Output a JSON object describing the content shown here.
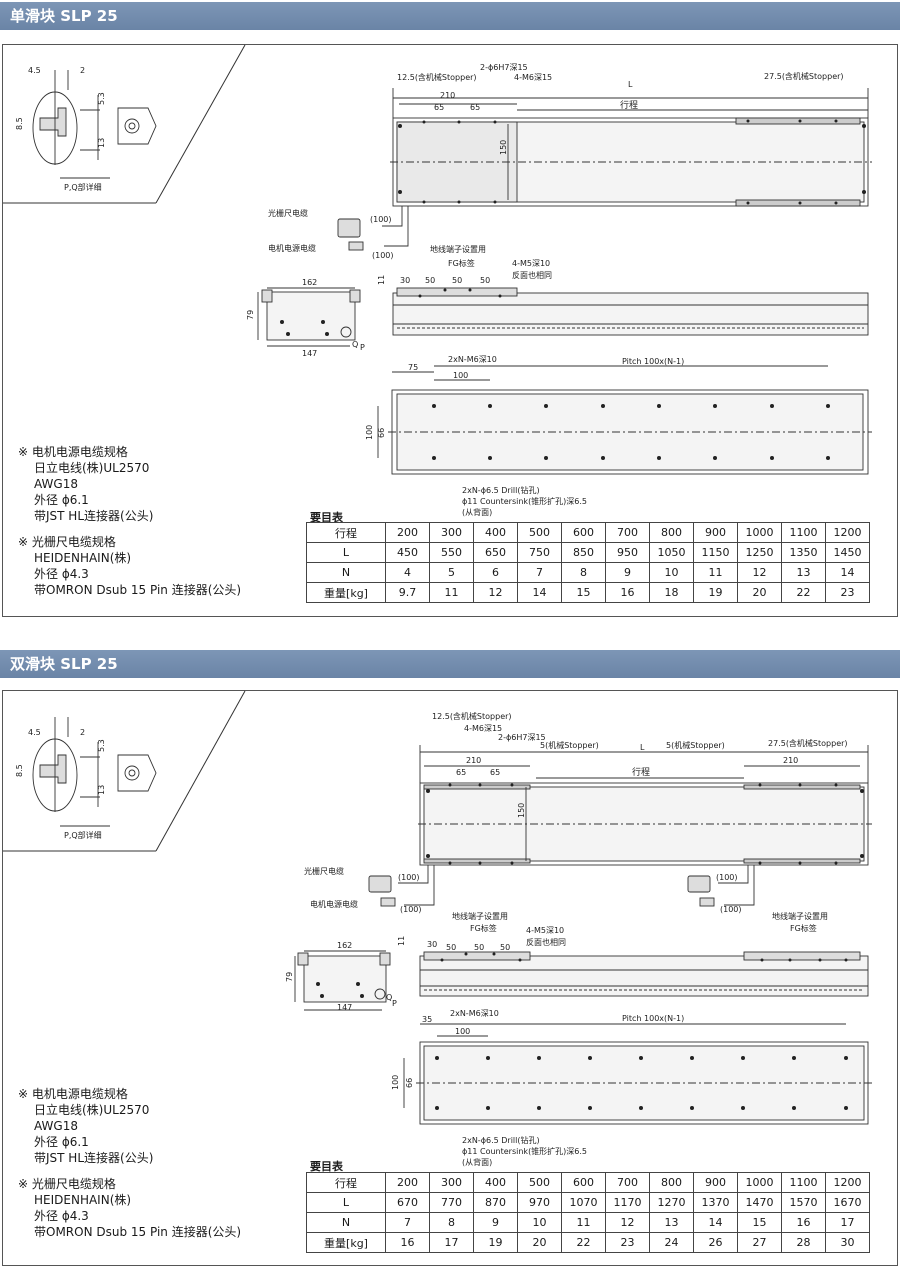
{
  "sections": [
    {
      "title": "单滑块 SLP 25",
      "detail_label": "P,Q部详细",
      "detail_dims": {
        "a": "4.5",
        "b": "2",
        "c": "5.3",
        "d": "8.5",
        "e": "13"
      },
      "top_dims": {
        "left_stopper": "12.5(含机械Stopper)",
        "pin": "2-ϕ6H7深15",
        "m6": "4-M6深15",
        "L": "L",
        "right_stopper": "27.5(含机械Stopper)",
        "d210": "210",
        "d65a": "65",
        "d65b": "65",
        "stroke": "行程",
        "d150": "150"
      },
      "cables": {
        "scale_cable": "光栅尺电缆",
        "motor_cable": "电机电源电缆",
        "c100a": "(100)",
        "c100b": "(100)"
      },
      "side_dims": {
        "ground": "地线端子设置用",
        "fg": "FG标签",
        "m5": "4-M5深10",
        "reverse": "反面也相同",
        "d30": "30",
        "d50a": "50",
        "d50b": "50",
        "d50c": "50",
        "d11": "11"
      },
      "end_dims": {
        "d162": "162",
        "d79": "79",
        "d147": "147",
        "q": "Q",
        "p": "P"
      },
      "bottom_dims": {
        "d75": "75",
        "m6": "2xN-M6深10",
        "d100": "100",
        "pitch": "Pitch 100x(N-1)",
        "d100v": "100",
        "d66": "66",
        "drill": "2xN-ϕ6.5 Drill(钻孔)",
        "countersink": "ϕ11 Countersink(锥形扩孔)深6.5",
        "back": "(从背面)"
      },
      "notes": [
        [
          "※ 电机电源电缆规格",
          "日立电线(株)UL2570",
          "AWG18",
          "外径 ϕ6.1",
          "带JST HL连接器(公头)"
        ],
        [
          "※ 光栅尺电缆规格",
          "HEIDENHAIN(株)",
          "外径 ϕ4.3",
          "带OMRON Dsub 15 Pin 连接器(公头)"
        ]
      ],
      "table_title": "要目表",
      "table": [
        [
          "行程",
          "200",
          "300",
          "400",
          "500",
          "600",
          "700",
          "800",
          "900",
          "1000",
          "1100",
          "1200"
        ],
        [
          "L",
          "450",
          "550",
          "650",
          "750",
          "850",
          "950",
          "1050",
          "1150",
          "1250",
          "1350",
          "1450"
        ],
        [
          "N",
          "4",
          "5",
          "6",
          "7",
          "8",
          "9",
          "10",
          "11",
          "12",
          "13",
          "14"
        ],
        [
          "重量[kg]",
          "9.7",
          "11",
          "12",
          "14",
          "15",
          "16",
          "18",
          "19",
          "20",
          "22",
          "23"
        ]
      ]
    },
    {
      "title": "双滑块 SLP 25",
      "detail_label": "P,Q部详细",
      "detail_dims": {
        "a": "4.5",
        "b": "2",
        "c": "5.3",
        "d": "8.5",
        "e": "13"
      },
      "top_dims": {
        "left_stopper": "12.5(含机械Stopper)",
        "m6": "4-M6深15",
        "pin": "2-ϕ6H7深15",
        "stop_mid_left": "5(机械Stopper)",
        "L": "L",
        "stop_mid_right": "5(机械Stopper)",
        "right_stopper": "27.5(含机械Stopper)",
        "d210": "210",
        "d210b": "210",
        "d65a": "65",
        "d65b": "65",
        "stroke": "行程",
        "d150": "150"
      },
      "cables": {
        "scale_cable": "光栅尺电缆",
        "motor_cable": "电机电源电缆",
        "c100a": "(100)",
        "c100b": "(100)",
        "c100c": "(100)",
        "c100d": "(100)"
      },
      "side_dims": {
        "ground": "地线端子设置用",
        "fg": "FG标签",
        "m5": "4-M5深10",
        "reverse": "反面也相同",
        "ground2": "地线端子设置用",
        "fg2": "FG标签",
        "d30": "30",
        "d50a": "50",
        "d50b": "50",
        "d50c": "50",
        "d11": "11"
      },
      "end_dims": {
        "d162": "162",
        "d79": "79",
        "d147": "147",
        "q": "Q",
        "p": "P"
      },
      "bottom_dims": {
        "d75": "35",
        "m6": "2xN-M6深10",
        "d100": "100",
        "pitch": "Pitch 100x(N-1)",
        "d100v": "100",
        "d66": "66",
        "drill": "2xN-ϕ6.5 Drill(钻孔)",
        "countersink": "ϕ11 Countersink(锥形扩孔)深6.5",
        "back": "(从背面)"
      },
      "notes": [
        [
          "※ 电机电源电缆规格",
          "日立电线(株)UL2570",
          "AWG18",
          "外径 ϕ6.1",
          "带JST HL连接器(公头)"
        ],
        [
          "※ 光栅尺电缆规格",
          "HEIDENHAIN(株)",
          "外径 ϕ4.3",
          "带OMRON Dsub 15 Pin 连接器(公头)"
        ]
      ],
      "table_title": "要目表",
      "table": [
        [
          "行程",
          "200",
          "300",
          "400",
          "500",
          "600",
          "700",
          "800",
          "900",
          "1000",
          "1100",
          "1200"
        ],
        [
          "L",
          "670",
          "770",
          "870",
          "970",
          "1070",
          "1170",
          "1270",
          "1370",
          "1470",
          "1570",
          "1670"
        ],
        [
          "N",
          "7",
          "8",
          "9",
          "10",
          "11",
          "12",
          "13",
          "14",
          "15",
          "16",
          "17"
        ],
        [
          "重量[kg]",
          "16",
          "17",
          "19",
          "20",
          "22",
          "23",
          "24",
          "26",
          "27",
          "28",
          "30"
        ]
      ]
    }
  ]
}
